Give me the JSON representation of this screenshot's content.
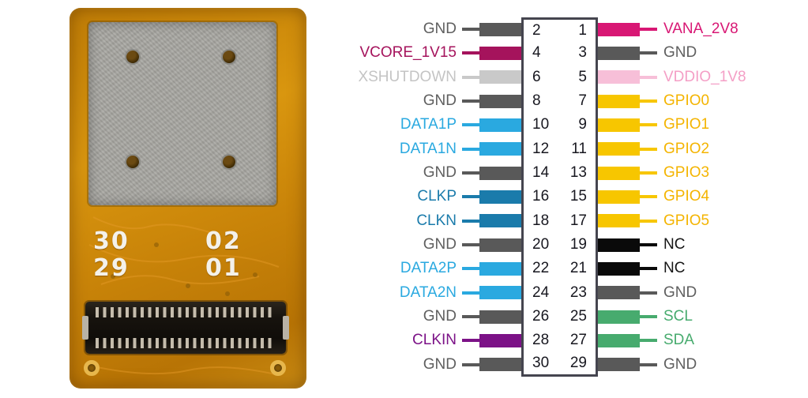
{
  "photo": {
    "silkscreen": {
      "top_left": "30",
      "top_right": "02",
      "bottom_left": "29",
      "bottom_right": "01"
    }
  },
  "pinout": {
    "rows": [
      {
        "left": {
          "label": "GND",
          "pin": "2",
          "color": "#595959",
          "label_color": "#5F5F5F"
        },
        "right": {
          "pin": "1",
          "label": "VANA_2V8",
          "color": "#D81774",
          "label_color": "#D81774"
        }
      },
      {
        "left": {
          "label": "VCORE_1V15",
          "pin": "4",
          "color": "#A5135C",
          "label_color": "#A5135C"
        },
        "right": {
          "pin": "3",
          "label": "GND",
          "color": "#595959",
          "label_color": "#5F5F5F"
        }
      },
      {
        "left": {
          "label": "XSHUTDOWN",
          "pin": "6",
          "color": "#C9C9C9",
          "label_color": "#C4C4C4"
        },
        "right": {
          "pin": "5",
          "label": "VDDIO_1V8",
          "color": "#F7BFD8",
          "label_color": "#F49FC6"
        }
      },
      {
        "left": {
          "label": "GND",
          "pin": "8",
          "color": "#595959",
          "label_color": "#5F5F5F"
        },
        "right": {
          "pin": "7",
          "label": "GPIO0",
          "color": "#F7C600",
          "label_color": "#F4B400"
        }
      },
      {
        "left": {
          "label": "DATA1P",
          "pin": "10",
          "color": "#2AA9E0",
          "label_color": "#2AA9E0"
        },
        "right": {
          "pin": "9",
          "label": "GPIO1",
          "color": "#F7C600",
          "label_color": "#F4B400"
        }
      },
      {
        "left": {
          "label": "DATA1N",
          "pin": "12",
          "color": "#2AA9E0",
          "label_color": "#2AA9E0"
        },
        "right": {
          "pin": "11",
          "label": "GPIO2",
          "color": "#F7C600",
          "label_color": "#F4B400"
        }
      },
      {
        "left": {
          "label": "GND",
          "pin": "14",
          "color": "#595959",
          "label_color": "#5F5F5F"
        },
        "right": {
          "pin": "13",
          "label": "GPIO3",
          "color": "#F7C600",
          "label_color": "#F4B400"
        }
      },
      {
        "left": {
          "label": "CLKP",
          "pin": "16",
          "color": "#1A7BAB",
          "label_color": "#1A7BAB"
        },
        "right": {
          "pin": "15",
          "label": "GPIO4",
          "color": "#F7C600",
          "label_color": "#F4B400"
        }
      },
      {
        "left": {
          "label": "CLKN",
          "pin": "18",
          "color": "#1A7BAB",
          "label_color": "#1A7BAB"
        },
        "right": {
          "pin": "17",
          "label": "GPIO5",
          "color": "#F7C600",
          "label_color": "#F4B400"
        }
      },
      {
        "left": {
          "label": "GND",
          "pin": "20",
          "color": "#595959",
          "label_color": "#5F5F5F"
        },
        "right": {
          "pin": "19",
          "label": "NC",
          "color": "#0A0A0A",
          "label_color": "#151515"
        }
      },
      {
        "left": {
          "label": "DATA2P",
          "pin": "22",
          "color": "#2AA9E0",
          "label_color": "#2AA9E0"
        },
        "right": {
          "pin": "21",
          "label": "NC",
          "color": "#0A0A0A",
          "label_color": "#151515"
        }
      },
      {
        "left": {
          "label": "DATA2N",
          "pin": "24",
          "color": "#2AA9E0",
          "label_color": "#2AA9E0"
        },
        "right": {
          "pin": "23",
          "label": "GND",
          "color": "#595959",
          "label_color": "#5F5F5F"
        }
      },
      {
        "left": {
          "label": "GND",
          "pin": "26",
          "color": "#595959",
          "label_color": "#5F5F5F"
        },
        "right": {
          "pin": "25",
          "label": "SCL",
          "color": "#47AB6E",
          "label_color": "#47AB6E"
        }
      },
      {
        "left": {
          "label": "CLKIN",
          "pin": "28",
          "color": "#7C1287",
          "label_color": "#7C1287"
        },
        "right": {
          "pin": "27",
          "label": "SDA",
          "color": "#47AB6E",
          "label_color": "#47AB6E"
        }
      },
      {
        "left": {
          "label": "GND",
          "pin": "30",
          "color": "#595959",
          "label_color": "#5F5F5F"
        },
        "right": {
          "pin": "29",
          "label": "GND",
          "color": "#595959",
          "label_color": "#5F5F5F"
        }
      }
    ]
  }
}
